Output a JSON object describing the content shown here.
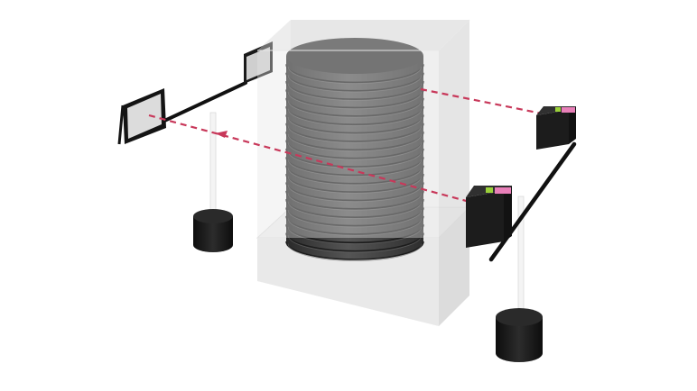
{
  "colors": {
    "background": "#ffffff",
    "wafer_dark": "#3c3c3c",
    "wafer_edge": "#5a5a5a",
    "wafer_top": "#2f2f2f",
    "container_glass": "#dcdcdc",
    "base_block": "#e6e6e6",
    "sensor_body": "#1e1e1e",
    "sensor_pink": "#e87fb8",
    "sensor_green": "#9bd13a",
    "beam": "#c8385a",
    "reflector_frame": "#161616",
    "reflector_face": "#d9d9d9",
    "mount_bar": "#111111",
    "stand_pole": "#f2f2f2",
    "stand_foot": "#1a1a1a"
  },
  "components": {
    "wafer_count": 22,
    "sensors": 2,
    "reflectors": 2,
    "stands": 2,
    "beams": 2
  }
}
